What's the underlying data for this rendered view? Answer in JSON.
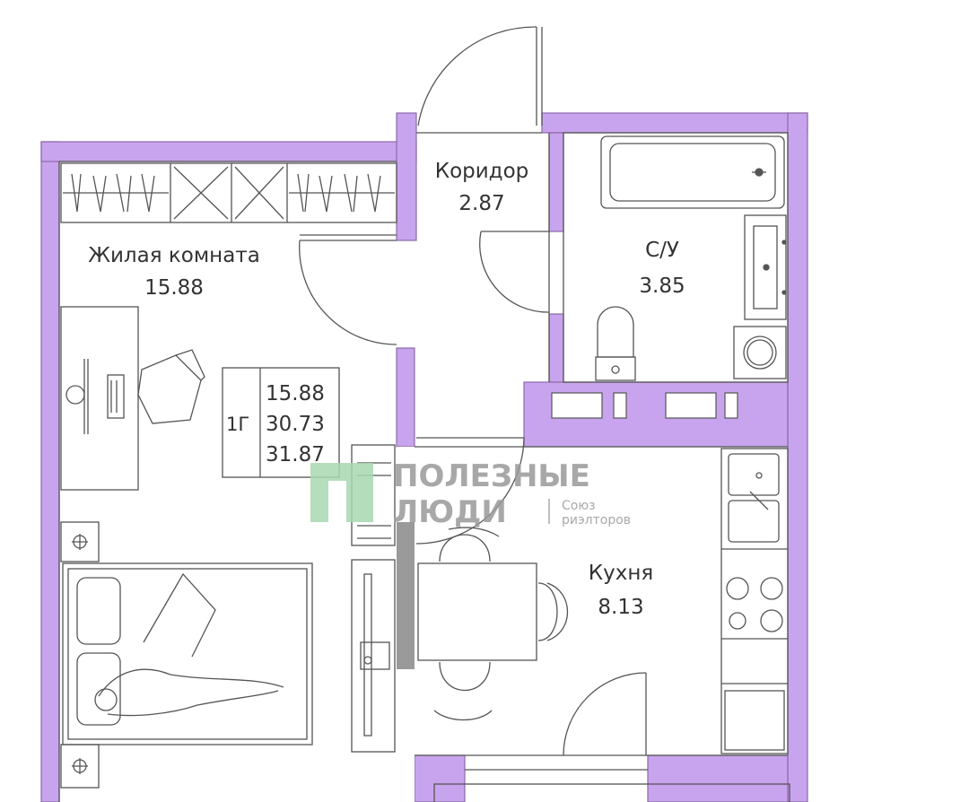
{
  "rooms": {
    "living": {
      "name": "Жилая комната",
      "area": "15.88"
    },
    "corridor": {
      "name": "Коридор",
      "area": "2.87"
    },
    "bathroom": {
      "name": "С/У",
      "area": "3.85"
    },
    "kitchen": {
      "name": "Кухня",
      "area": "8.13"
    }
  },
  "summary": {
    "type": "1Г",
    "living_area": "15.88",
    "total_area": "30.73",
    "area_with_balcony": "31.87"
  },
  "watermark": {
    "logo_line1": "ПОЛЕЗНЫЕ",
    "logo_line2": "ЛЮДИ",
    "tagline1": "Союз",
    "tagline2": "риэлторов"
  },
  "colors": {
    "wall": "#c9a4ee",
    "wall_stroke": "#8a6aa8",
    "furniture_line": "#555555",
    "text": "#333333",
    "watermark_green": "#a8d8b0",
    "watermark_gray": "#9a9a9a",
    "column": "#9a9a9a"
  }
}
